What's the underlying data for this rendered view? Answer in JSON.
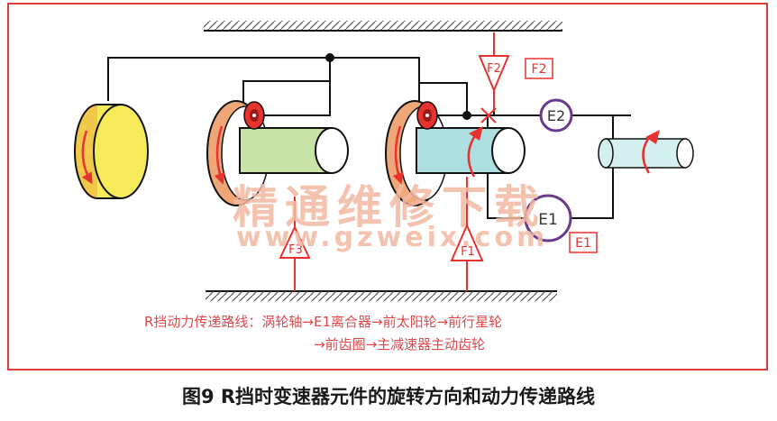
{
  "labels": {
    "f2_triangle": "F2",
    "f2_box": "F2",
    "f3_triangle": "F3",
    "f1_triangle": "F1",
    "e2_circle": "E2",
    "e1_circle": "E1",
    "e1_box": "E1"
  },
  "notes": {
    "line1": "R挡动力传递路线：涡轮轴→E1离合器→前太阳轮→前行星轮",
    "line2": "→前齿圈→主减速器主动齿轮"
  },
  "caption": "图9 R挡时变速器元件的旋转方向和动力传递路线",
  "watermark": {
    "main": "精通维修下载",
    "url": "www.gzweix.com"
  },
  "colors": {
    "border": "#e03c3c",
    "line": "#111111",
    "accent_red": "#e8322f",
    "clutch_purple": "#6a3a8a",
    "yellow_disc": "#f4ea5a",
    "orange_ring": "#f0a778",
    "green_shaft": "#c7e3a6",
    "cyan_shaft": "#aee0e2"
  }
}
